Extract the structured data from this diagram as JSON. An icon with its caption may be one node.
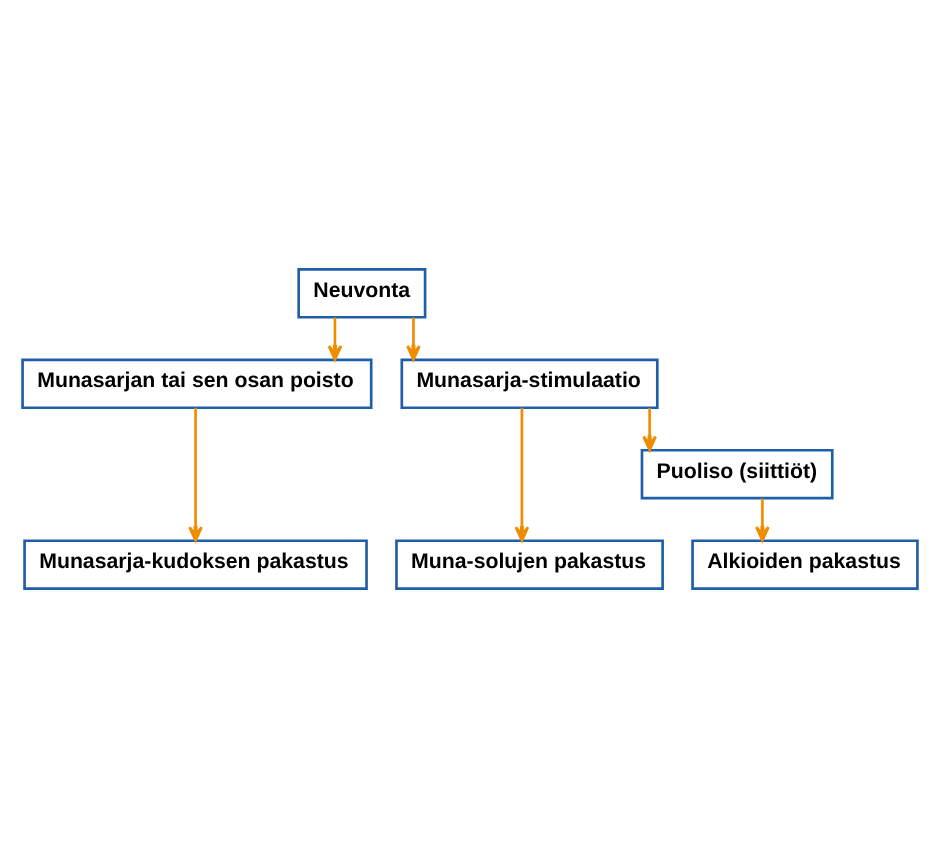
{
  "diagram": {
    "nodes": [
      {
        "text": [
          "Neuvonta"
        ]
      },
      {
        "text": [
          "Munasarjan tai sen osan poisto"
        ]
      },
      {
        "text": [
          "Munasarja-stimulaatio"
        ]
      },
      {
        "text": [
          "Munasarja-kudoksen pakastus"
        ]
      },
      {
        "text": [
          "Muna-solujen pakastus"
        ]
      },
      {
        "text": [
          "Puoliso (siittiöt)"
        ]
      },
      {
        "text": [
          "Alkioiden pakastus"
        ]
      }
    ],
    "edges": [
      {
        "from": 0,
        "to": 1,
        "arrow": "to"
      },
      {
        "from": 0,
        "to": 2,
        "arrow": "to"
      },
      {
        "from": 1,
        "to": 3,
        "arrow": "to"
      },
      {
        "from": 2,
        "to": 4,
        "arrow": "to"
      },
      {
        "from": 2,
        "to": 5,
        "arrow": "to"
      },
      {
        "from": 5,
        "to": 6,
        "arrow": "to"
      }
    ]
  }
}
